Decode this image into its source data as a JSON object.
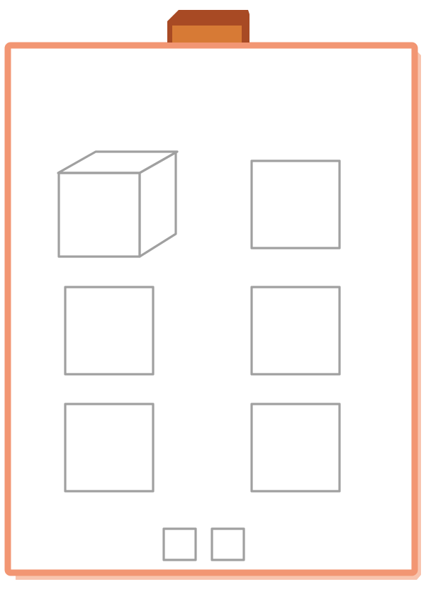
{
  "diagram": {
    "colors": {
      "board_border": "#f29673",
      "board_shadow": "#f8c4ae",
      "board_fill": "#ffffff",
      "clip_dark": "#a84a24",
      "clip_light": "#d77a35",
      "shape_stroke": "#a0a0a0"
    },
    "shapes": [
      {
        "kind": "cube",
        "filled": true
      },
      {
        "kind": "square",
        "filled": true
      },
      {
        "kind": "square",
        "filled": true
      },
      {
        "kind": "square",
        "filled": true
      },
      {
        "kind": "square",
        "filled": true
      },
      {
        "kind": "square",
        "filled": true
      }
    ],
    "answer_boxes": [
      {
        "kind": "square",
        "value": ""
      },
      {
        "kind": "square",
        "value": ""
      }
    ]
  }
}
